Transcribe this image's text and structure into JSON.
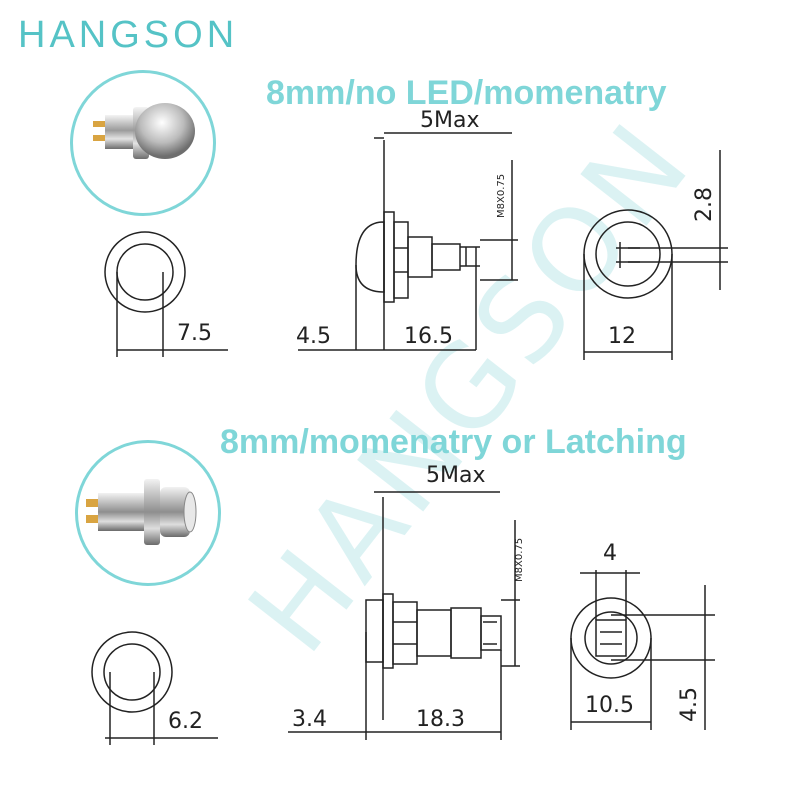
{
  "brand": {
    "logo_text": "HANGSON",
    "watermark_text": "HANGSON",
    "accent_color": "#7fd6d8"
  },
  "section_top": {
    "title": "8mm/no LED/momenatry",
    "panel_thread": "M8X0.75",
    "dims": {
      "head_dia": "7.5",
      "max_panel": "5Max",
      "head_height": "4.5",
      "body_length": "16.5",
      "pin_spacing": "2.8",
      "outer_dia": "12"
    }
  },
  "section_bottom": {
    "title": "8mm/momenatry or Latching",
    "panel_thread": "M8X0.75",
    "dims": {
      "head_dia": "6.2",
      "max_panel": "5Max",
      "head_height": "3.4",
      "body_length": "18.3",
      "pin_width": "4",
      "outer_dia": "10.5",
      "pin_height": "4.5"
    }
  },
  "icons": {
    "top_photo": "metal-button-switch-dome-icon",
    "bottom_photo": "metal-button-switch-flat-icon"
  }
}
